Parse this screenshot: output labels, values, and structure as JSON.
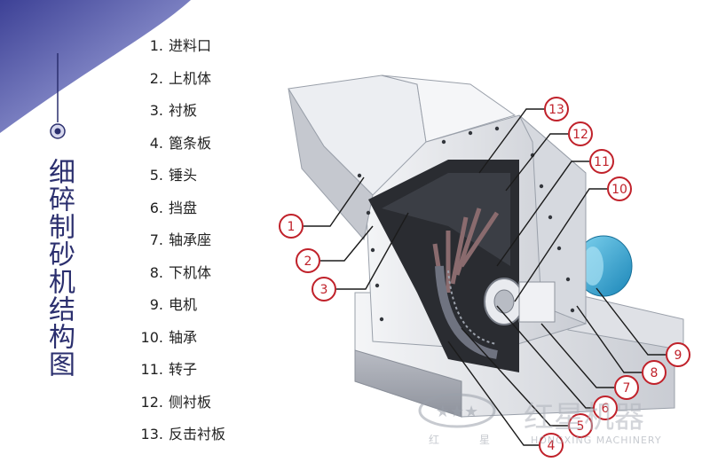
{
  "title": "细碎制砂机结构图",
  "parts": [
    {
      "num": "1.",
      "label": "进料口"
    },
    {
      "num": "2.",
      "label": "上机体"
    },
    {
      "num": "3.",
      "label": "衬板"
    },
    {
      "num": "4.",
      "label": "篦条板"
    },
    {
      "num": "5.",
      "label": "锤头"
    },
    {
      "num": "6.",
      "label": "挡盘"
    },
    {
      "num": "7.",
      "label": "轴承座"
    },
    {
      "num": "8.",
      "label": "下机体"
    },
    {
      "num": "9.",
      "label": "电机"
    },
    {
      "num": "10.",
      "label": "轴承"
    },
    {
      "num": "11.",
      "label": "转子"
    },
    {
      "num": "12.",
      "label": "侧衬板"
    },
    {
      "num": "13.",
      "label": "反击衬板"
    }
  ],
  "callouts": [
    "1",
    "2",
    "3",
    "4",
    "5",
    "6",
    "7",
    "8",
    "9",
    "10",
    "11",
    "12",
    "13"
  ],
  "watermark": {
    "brand_cn": "红星机器",
    "brand_en": "HONGXING MACHINERY",
    "small_left": "红",
    "small_right": "星"
  },
  "colors": {
    "callout": "#c0212a",
    "title": "#2b2f6e",
    "accent_band": "#4b4f9c"
  }
}
